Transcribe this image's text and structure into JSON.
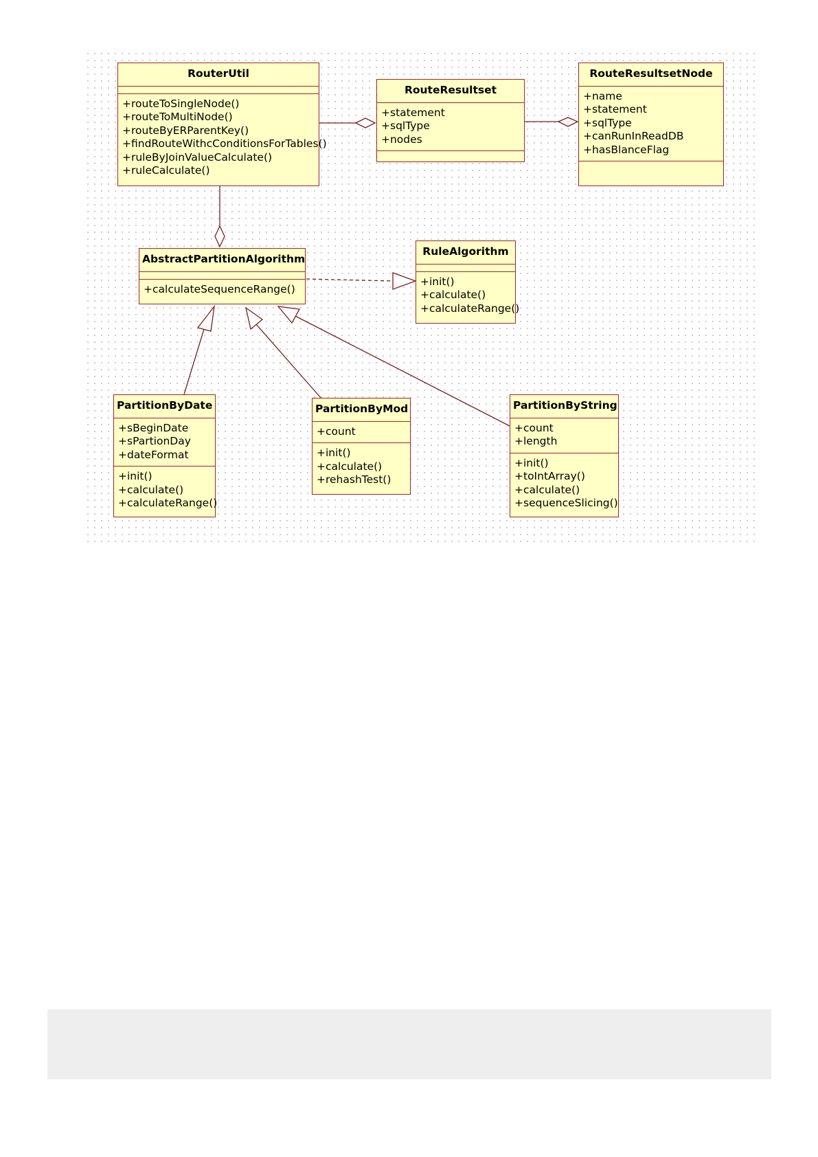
{
  "colors": {
    "box_fill": "#ffffc6",
    "box_border": "#a1242c",
    "connector": "#7a1d22"
  },
  "classes": {
    "router_util": {
      "name": "RouterUtil",
      "attributes": [],
      "methods": [
        "+routeToSingleNode()",
        "+routeToMultiNode()",
        "+routeByERParentKey()",
        "+findRouteWithcConditionsForTables()",
        "+ruleByJoinValueCalculate()",
        "+ruleCalculate()"
      ]
    },
    "route_resultset": {
      "name": "RouteResultset",
      "attributes": [
        "+statement",
        "+sqlType",
        "+nodes"
      ],
      "methods": []
    },
    "route_resultset_node": {
      "name": "RouteResultsetNode",
      "attributes": [
        "+name",
        "+statement",
        "+sqlType",
        "+canRunInReadDB",
        "+hasBlanceFlag"
      ],
      "methods": []
    },
    "abstract_partition_algorithm": {
      "name": "AbstractPartitionAlgorithm",
      "attributes": [],
      "methods": [
        "+calculateSequenceRange()"
      ]
    },
    "rule_algorithm": {
      "name": "RuleAlgorithm",
      "attributes": [],
      "methods": [
        "+init()",
        "+calculate()",
        "+calculateRange()"
      ]
    },
    "partition_by_date": {
      "name": "PartitionByDate",
      "attributes": [
        "+sBeginDate",
        "+sPartionDay",
        "+dateFormat"
      ],
      "methods": [
        "+init()",
        "+calculate()",
        "+calculateRange()"
      ]
    },
    "partition_by_mod": {
      "name": "PartitionByMod",
      "attributes": [
        "+count"
      ],
      "methods": [
        "+init()",
        "+calculate()",
        "+rehashTest()"
      ]
    },
    "partition_by_string": {
      "name": "PartitionByString",
      "attributes": [
        "+count",
        "+length"
      ],
      "methods": [
        "+init()",
        "+toIntArray()",
        "+calculate()",
        "+sequenceSlicing()"
      ]
    }
  },
  "relations": [
    {
      "type": "aggregation",
      "whole": "route_resultset",
      "part": "router_util"
    },
    {
      "type": "aggregation",
      "whole": "route_resultset_node",
      "part": "route_resultset"
    },
    {
      "type": "aggregation",
      "whole": "abstract_partition_algorithm",
      "part": "router_util"
    },
    {
      "type": "realization",
      "from": "abstract_partition_algorithm",
      "to": "rule_algorithm"
    },
    {
      "type": "generalization",
      "from": "partition_by_date",
      "to": "abstract_partition_algorithm"
    },
    {
      "type": "generalization",
      "from": "partition_by_mod",
      "to": "abstract_partition_algorithm"
    },
    {
      "type": "generalization",
      "from": "partition_by_string",
      "to": "abstract_partition_algorithm"
    }
  ]
}
